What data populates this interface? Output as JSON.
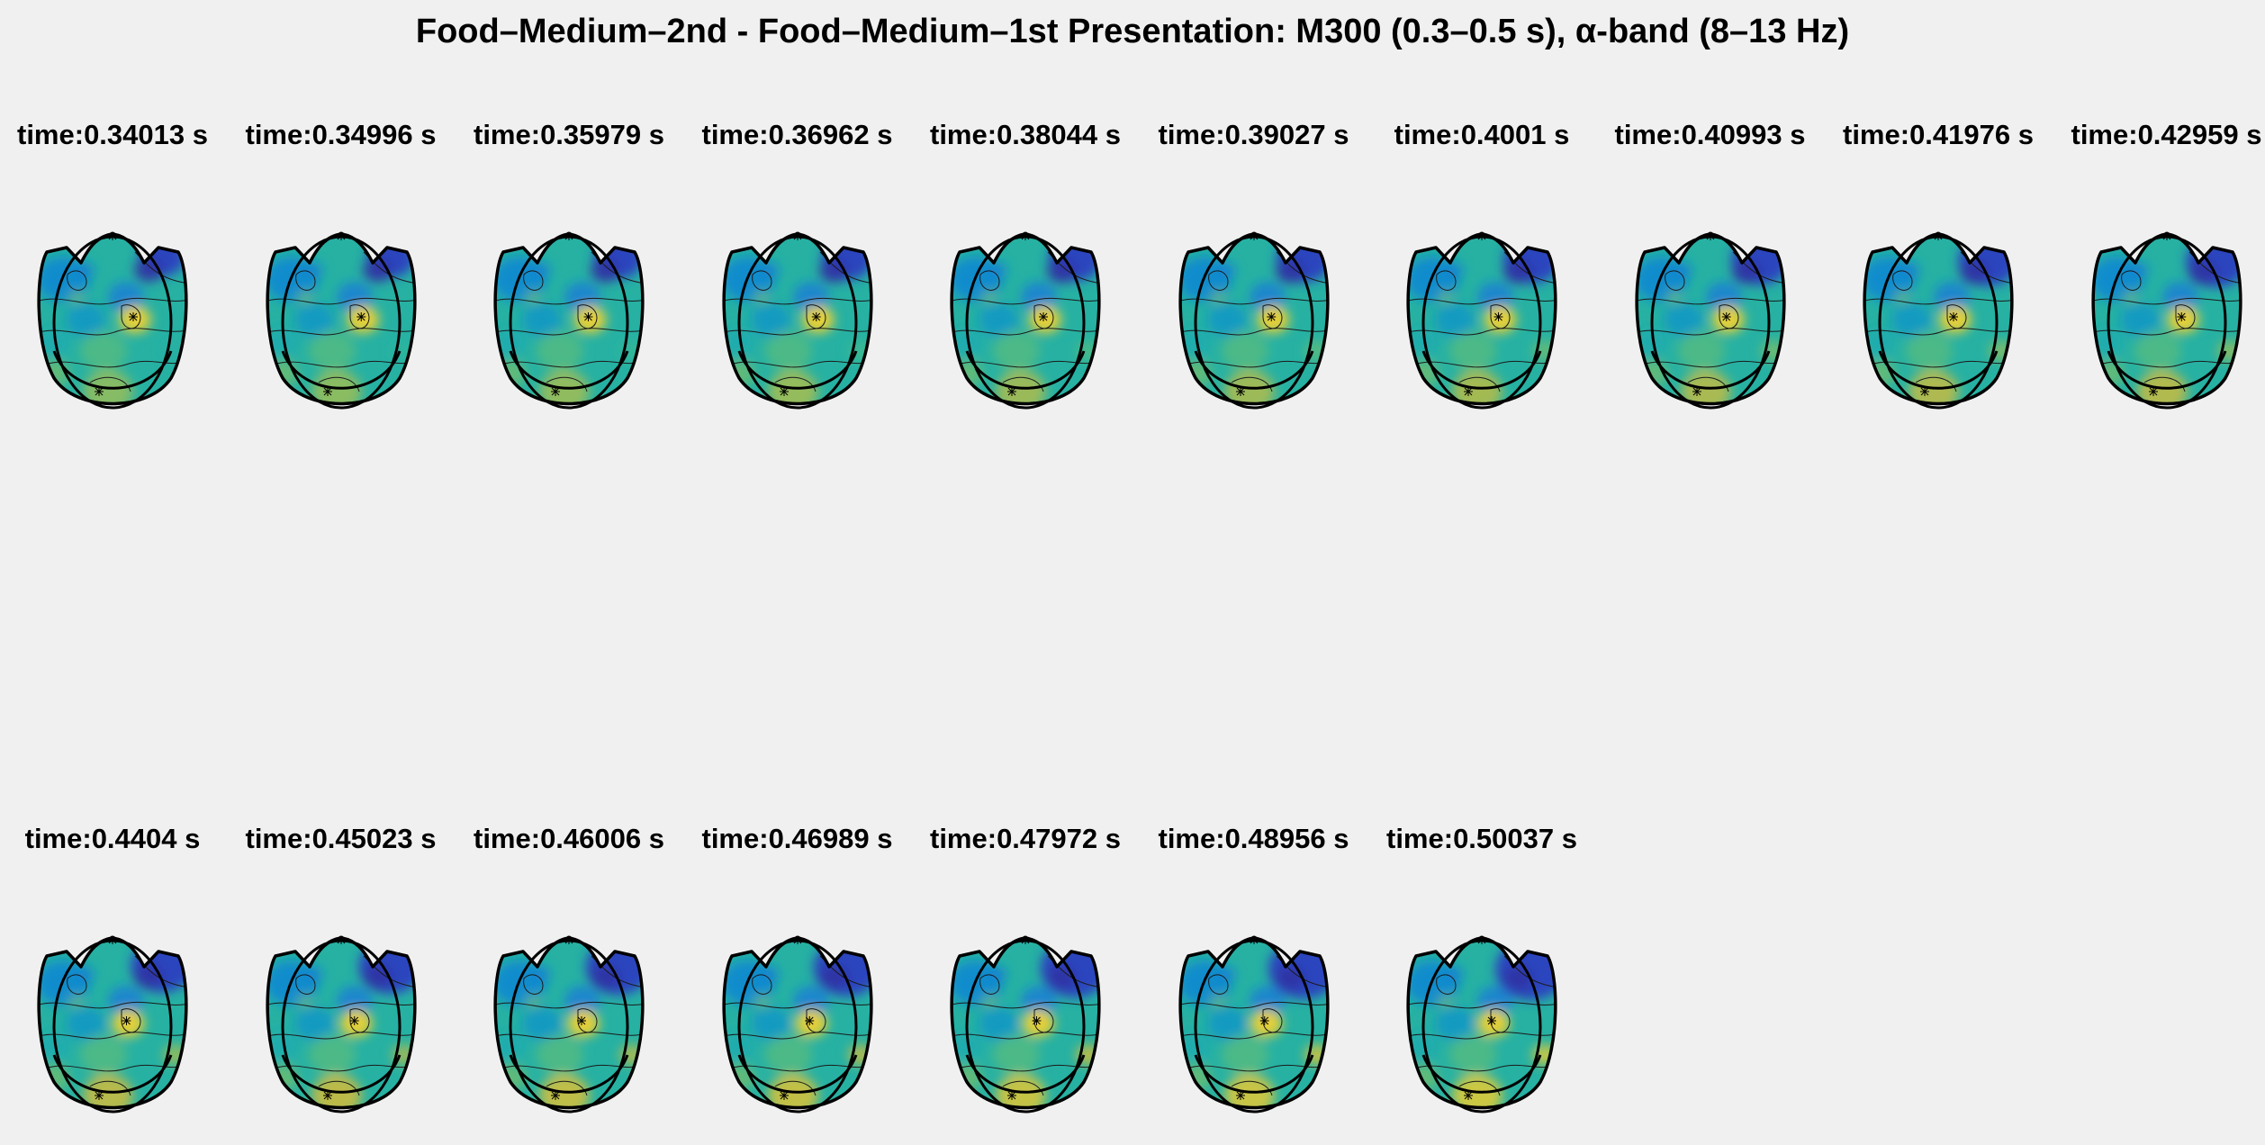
{
  "figure": {
    "title": "Food–Medium–2nd - Food–Medium–1st Presentation: M300 (0.3–0.5 s), α-band (8–13 Hz)"
  },
  "colors": {
    "background": "#f0f0f0",
    "colormap": "parula",
    "outline": "#000000",
    "contour": "#1a1a1a"
  },
  "chart_data": {
    "type": "heatmap",
    "layout": "topographic scalp maps, 2 rows",
    "title": "Food–Medium–2nd - Food–Medium–1st Presentation: M300 (0.3–0.5 s), α-band (8–13 Hz)",
    "colormap": "parula",
    "panels": [
      {
        "label": "time:0.34013 s",
        "time_s": 0.34013
      },
      {
        "label": "time:0.34996 s",
        "time_s": 0.34996
      },
      {
        "label": "time:0.35979 s",
        "time_s": 0.35979
      },
      {
        "label": "time:0.36962 s",
        "time_s": 0.36962
      },
      {
        "label": "time:0.38044 s",
        "time_s": 0.38044
      },
      {
        "label": "time:0.39027 s",
        "time_s": 0.39027
      },
      {
        "label": "time:0.4001 s",
        "time_s": 0.4001
      },
      {
        "label": "time:0.40993 s",
        "time_s": 0.40993
      },
      {
        "label": "time:0.41976 s",
        "time_s": 0.41976
      },
      {
        "label": "time:0.42959 s",
        "time_s": 0.42959
      },
      {
        "label": "time:0.4404 s",
        "time_s": 0.4404
      },
      {
        "label": "time:0.45023 s",
        "time_s": 0.45023
      },
      {
        "label": "time:0.46006 s",
        "time_s": 0.46006
      },
      {
        "label": "time:0.46989 s",
        "time_s": 0.46989
      },
      {
        "label": "time:0.47972 s",
        "time_s": 0.47972
      },
      {
        "label": "time:0.48956 s",
        "time_s": 0.48956
      },
      {
        "label": "time:0.50037 s",
        "time_s": 0.50037
      }
    ]
  }
}
